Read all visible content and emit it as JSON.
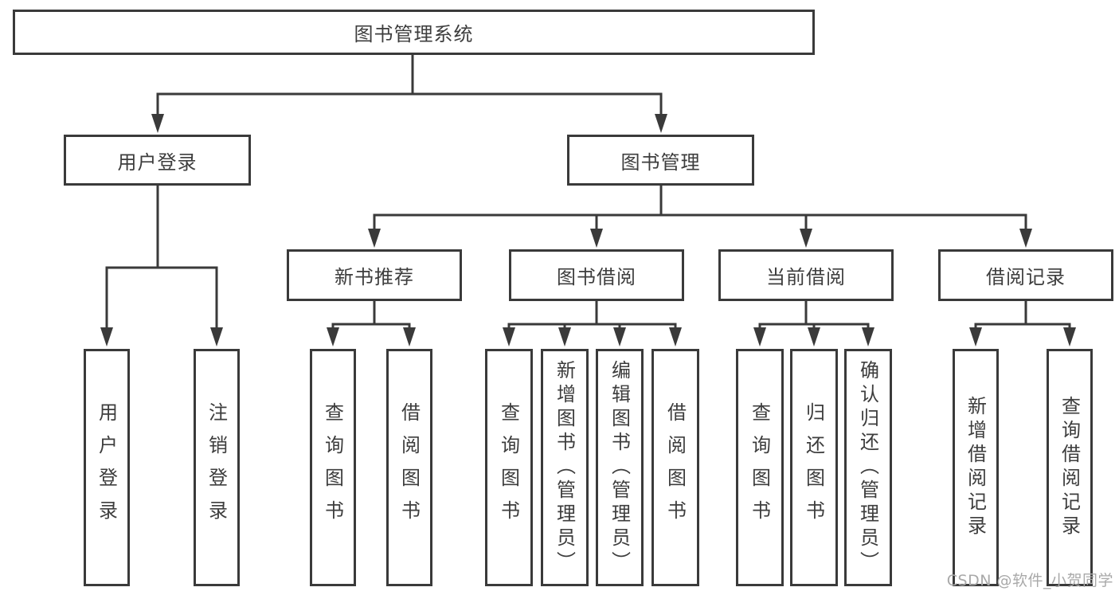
{
  "nodes": {
    "root": "图书管理系统",
    "user_login": "用户登录",
    "book_mgmt": "图书管理",
    "new_books": "新书推荐",
    "book_borrow": "图书借阅",
    "current_borrow": "当前借阅",
    "borrow_records": "借阅记录",
    "leaf_user_login": "用户登录",
    "leaf_logout": "注销登录",
    "leaf_nb_query": "查询图书",
    "leaf_nb_borrow": "借阅图书",
    "leaf_bb_query": "查询图书",
    "leaf_bb_add": "新增图书（管理员）",
    "leaf_bb_edit": "编辑图书（管理员）",
    "leaf_bb_borrow": "借阅图书",
    "leaf_cb_query": "查询图书",
    "leaf_cb_return": "归还图书",
    "leaf_cb_confirm": "确认归还（管理员）",
    "leaf_br_add": "新增借阅记录",
    "leaf_br_query": "查询借阅记录"
  },
  "watermark": {
    "text": "CSDN @软件_小贺同学"
  },
  "colors": {
    "line": "#3a3a3a",
    "text": "#3d3d3d",
    "watermark": "#a9a9a9",
    "background": "#ffffff"
  }
}
